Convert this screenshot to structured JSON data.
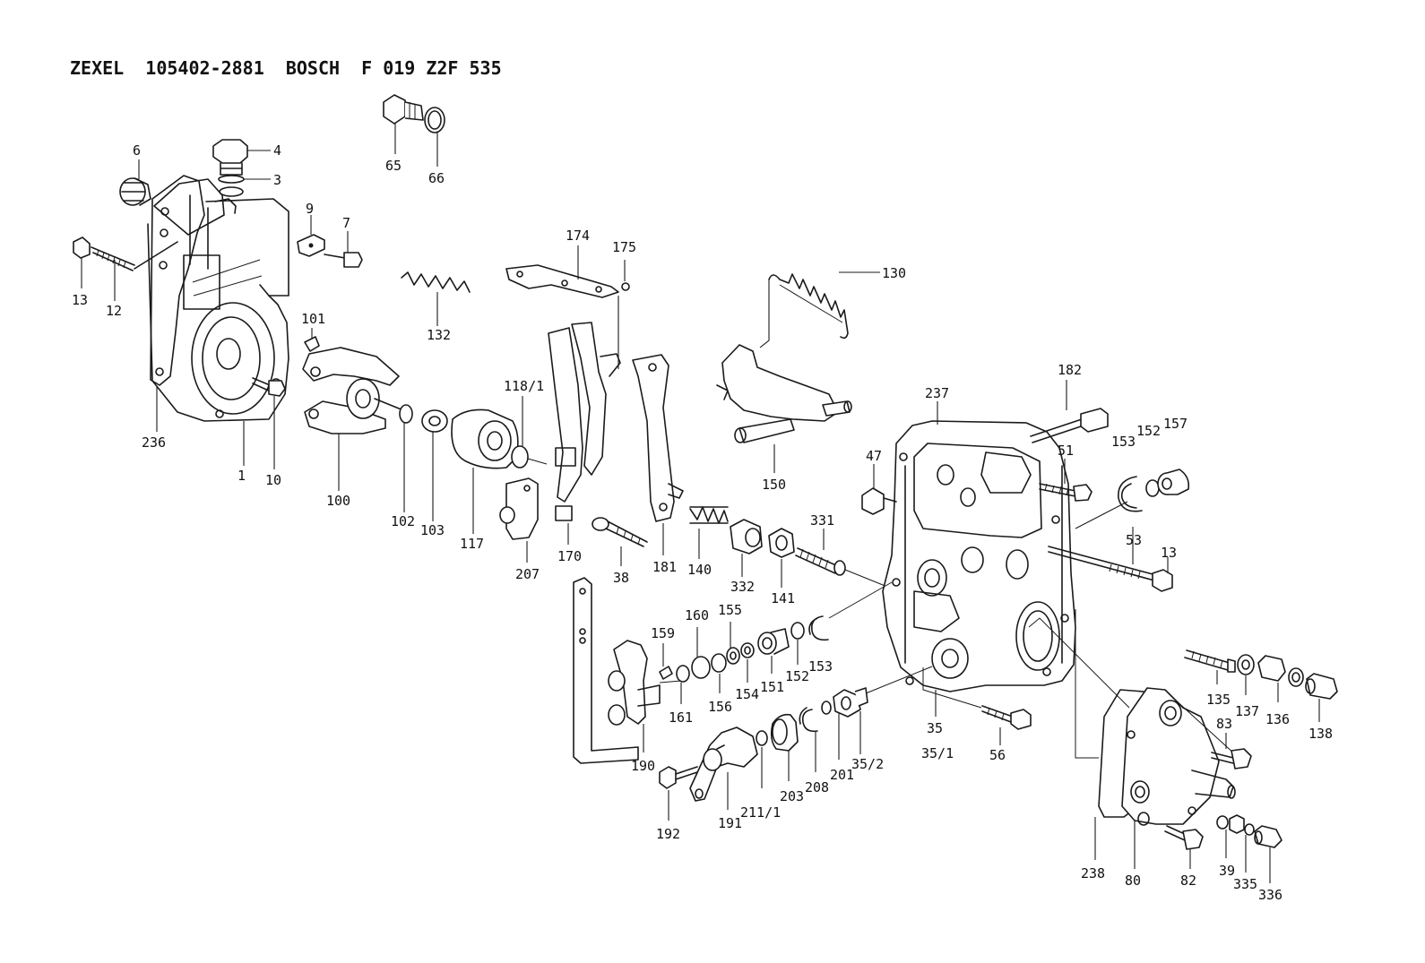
{
  "header": {
    "title": "ZEXEL  105402-2881  BOSCH  F 019 Z2F 535"
  },
  "callouts": [
    "6",
    "4",
    "3",
    "9",
    "7",
    "13",
    "12",
    "101",
    "236",
    "1",
    "10",
    "65",
    "66",
    "132",
    "100",
    "102",
    "103",
    "117",
    "174",
    "175",
    "118/1",
    "207",
    "170",
    "38",
    "181",
    "140",
    "130",
    "150",
    "332",
    "141",
    "331",
    "237",
    "182",
    "47",
    "51",
    "153",
    "152",
    "157",
    "53",
    "13",
    "160",
    "155",
    "159",
    "161",
    "156",
    "154",
    "151",
    "152",
    "153",
    "190",
    "192",
    "191",
    "211/1",
    "203",
    "208",
    "201",
    "35/2",
    "35",
    "35/1",
    "56",
    "135",
    "137",
    "136",
    "138",
    "83",
    "238",
    "80",
    "82",
    "39",
    "335",
    "336"
  ]
}
